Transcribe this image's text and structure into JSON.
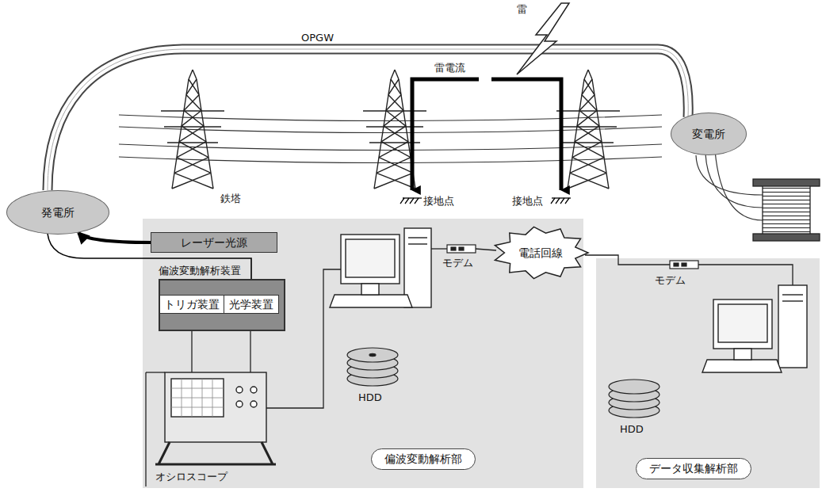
{
  "diagram": {
    "nodes": [
      {
        "text": [
          "発電所"
        ]
      },
      {
        "text": [
          "変電所"
        ]
      },
      {
        "text": [
          "偏波変動解析部"
        ]
      },
      {
        "text": [
          "レーザー光源"
        ],
        "in": 2
      },
      {
        "text": [
          "偏波変動解析装置"
        ],
        "in": 2
      },
      {
        "text": [
          "トリガ装置"
        ],
        "in": 4
      },
      {
        "text": [
          "光学装置"
        ],
        "in": 4
      },
      {
        "text": [
          "電話回線"
        ]
      },
      {
        "text": [
          "データ収集解析部"
        ]
      }
    ],
    "edges": [
      {
        "from": 3,
        "to": 0,
        "arrow": "to"
      },
      {
        "from": 0,
        "to": 6,
        "arrow": "to"
      }
    ],
    "labels": [
      "雷",
      "雷電流",
      "OPGW",
      "鉄塔",
      "接地点",
      "接地点",
      "モデム",
      "モデム",
      "HDD",
      "HDD",
      "オシロスコープ"
    ]
  }
}
